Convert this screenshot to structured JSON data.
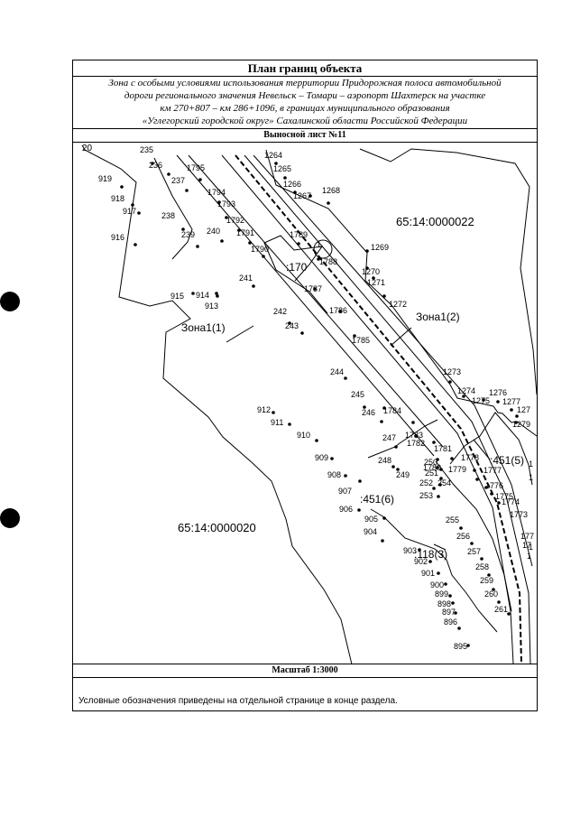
{
  "header": {
    "title": "План границ объекта",
    "description": [
      "Зона с особыми условиями использования территории Придорожная полоса автомобильной",
      "дороги регионального значения Невельск – Томари – аэропорт Шахтерск на участке",
      "км 270+807 – км 286+1096, в границах муниципального образования",
      "«Углегорский городской округ» Сахалинской области Российской Федерации"
    ],
    "sheet": "Выносной лист №11"
  },
  "map": {
    "corner_label": "20",
    "areas": [
      "65:14:0000022",
      "65:14:0000020"
    ],
    "zones": [
      "Зона1(1)",
      "Зона1(2)"
    ],
    "parcels": [
      ":170",
      ":451(5)",
      ":451(6)",
      ":118(3)"
    ],
    "points": {
      "235": "235",
      "236": "236",
      "237": "237",
      "238": "238",
      "239": "239",
      "240": "240",
      "241": "241",
      "242": "242",
      "243": "243",
      "244": "244",
      "245": "245",
      "246": "246",
      "247": "247",
      "248": "248",
      "249": "249",
      "250": "250",
      "251": "251",
      "252": "252",
      "253": "253",
      "254": "254",
      "255": "255",
      "256": "256",
      "257": "257",
      "258": "258",
      "259": "259",
      "260": "260",
      "261": "261",
      "895": "895",
      "896": "896",
      "897": "897",
      "898": "898",
      "899": "899",
      "900": "900",
      "901": "901",
      "902": "902",
      "903": "903",
      "904": "904",
      "905": "905",
      "906": "906",
      "907": "907",
      "908": "908",
      "909": "909",
      "910": "910",
      "911": "911",
      "912": "912",
      "913": "913",
      "914": "914",
      "915": "915",
      "916": "916",
      "917": "917",
      "918": "918",
      "919": "919",
      "1264": "1264",
      "1265": "1265",
      "1266": "1266",
      "1267": "1267",
      "1268": "1268",
      "1269": "1269",
      "1270": "1270",
      "1271": "1271",
      "1272": "1272",
      "1273": "1273",
      "1274": "1274",
      "1275": "1275",
      "1276": "1276",
      "1277": "1277",
      "1278": "127",
      "1279": "1279",
      "1773": "1773",
      "1774": "1774",
      "1775": "1775",
      "1776": "1776",
      "1777": "1777",
      "1778": "1778",
      "1779": "1779",
      "1780": "1780",
      "1781": "1781",
      "1782": "1782",
      "1783": "1783",
      "1784": "1784",
      "1785": "1785",
      "1786": "1786",
      "1787": "1787",
      "1788": "1788",
      "1789": "1789",
      "1790": "1790",
      "1791": "1791",
      "1792": "1792",
      "1793": "1793",
      "1794": "1794",
      "1795": "1795",
      "e1": "1",
      "e2": "1",
      "e3": "1",
      "e4": "177",
      "e5": "17",
      "e6": "1",
      "c1": "1"
    }
  },
  "footer": {
    "scale": "Масштаб 1:3000",
    "note": "Условные обозначения приведены на отдельной странице в конце раздела."
  }
}
